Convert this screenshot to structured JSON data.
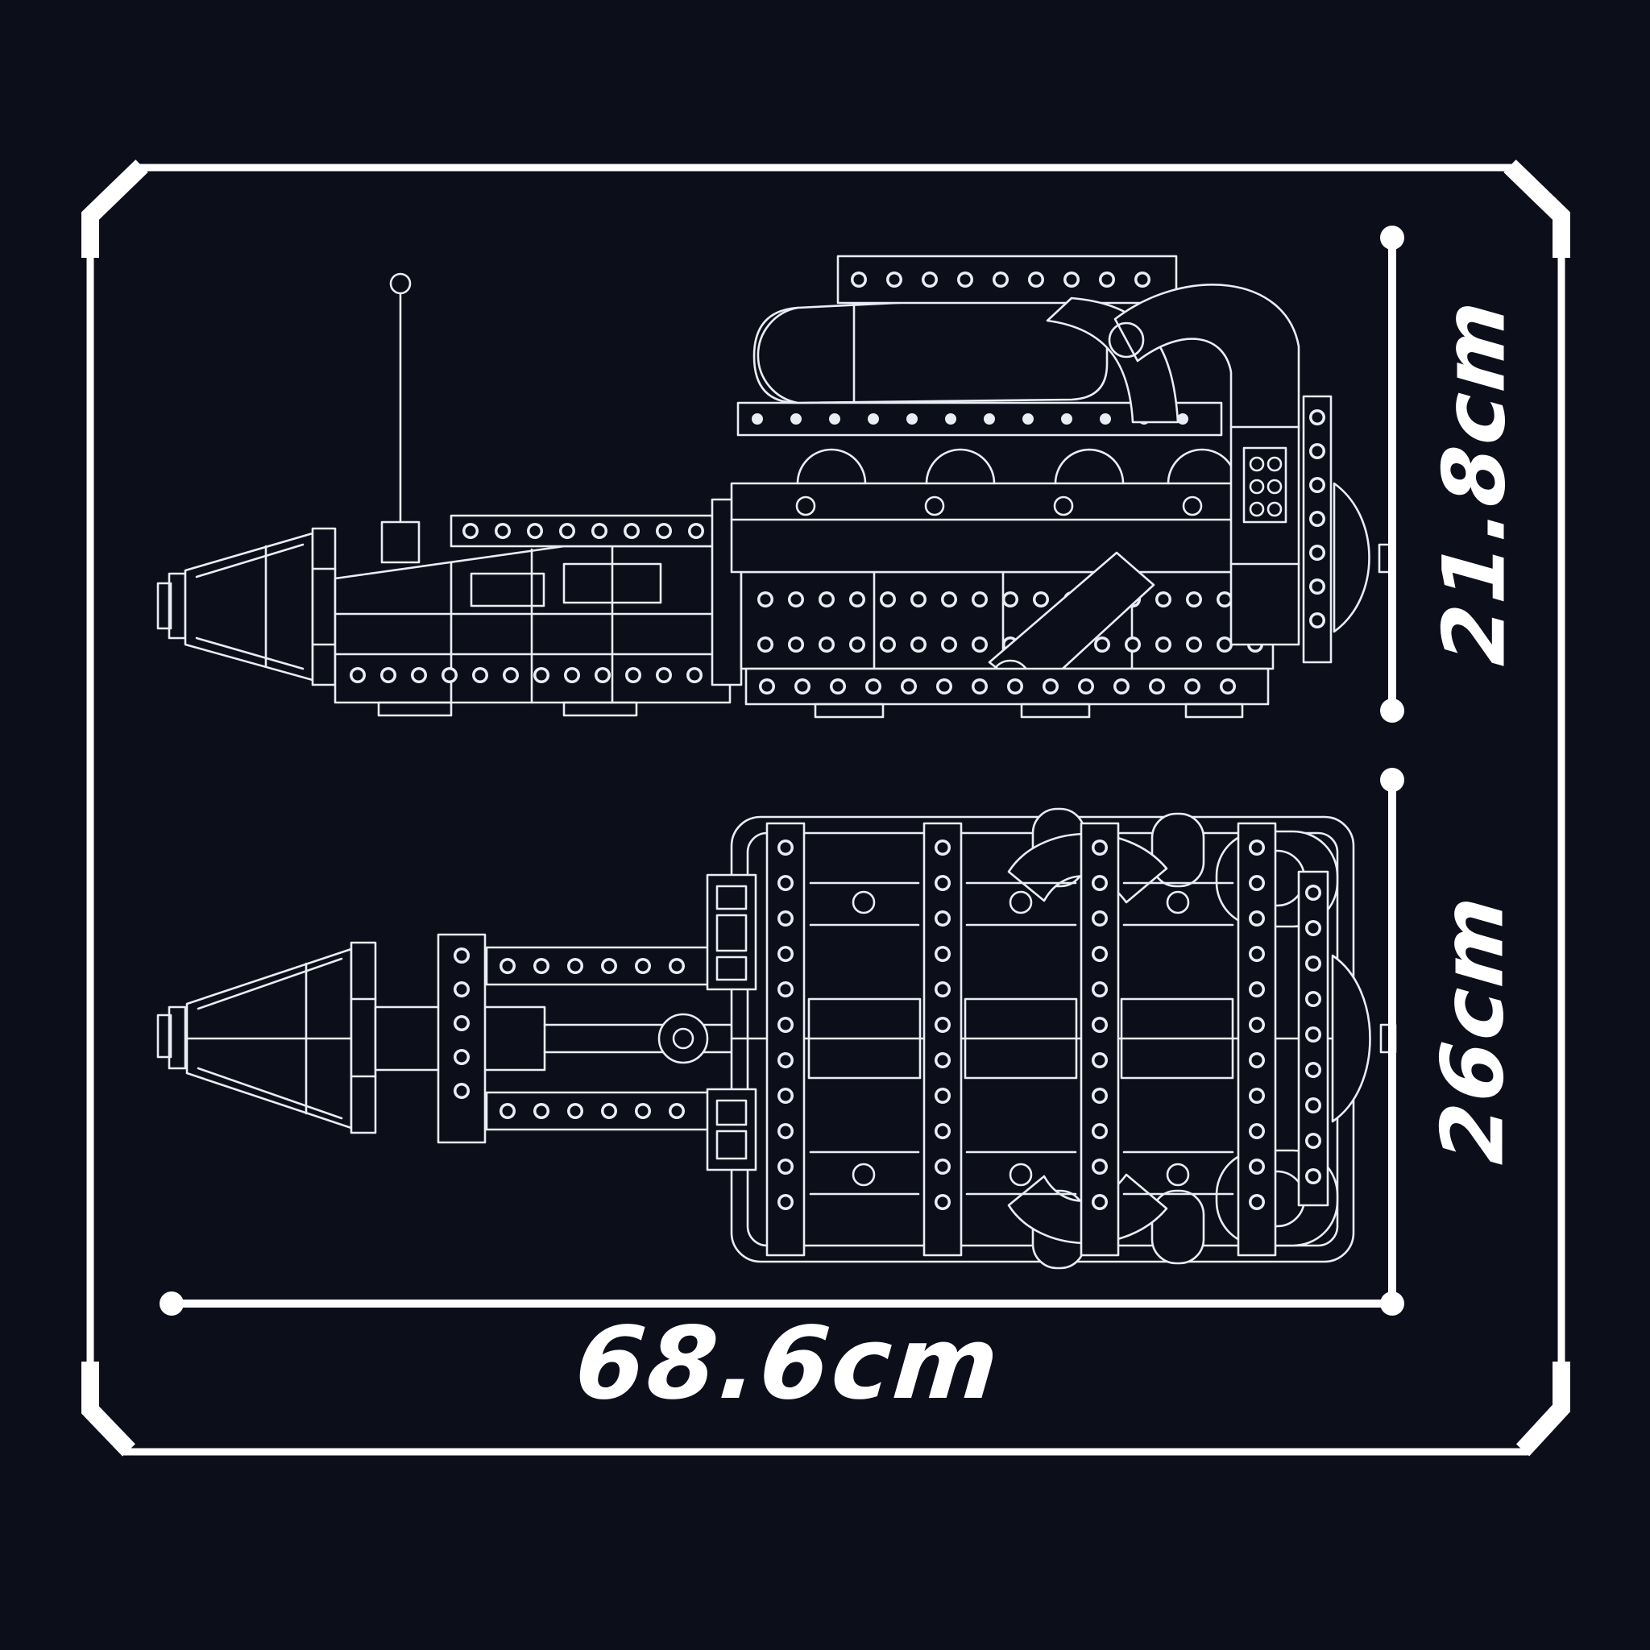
{
  "theme": {
    "background_color": "#0c0e1a",
    "frame_color": "#ffffff",
    "blueprint_line_color": "#e9edf4"
  },
  "dimensions": {
    "side_view_height": "21.8cm",
    "top_view_height": "26cm",
    "overall_length": "68.6cm"
  }
}
